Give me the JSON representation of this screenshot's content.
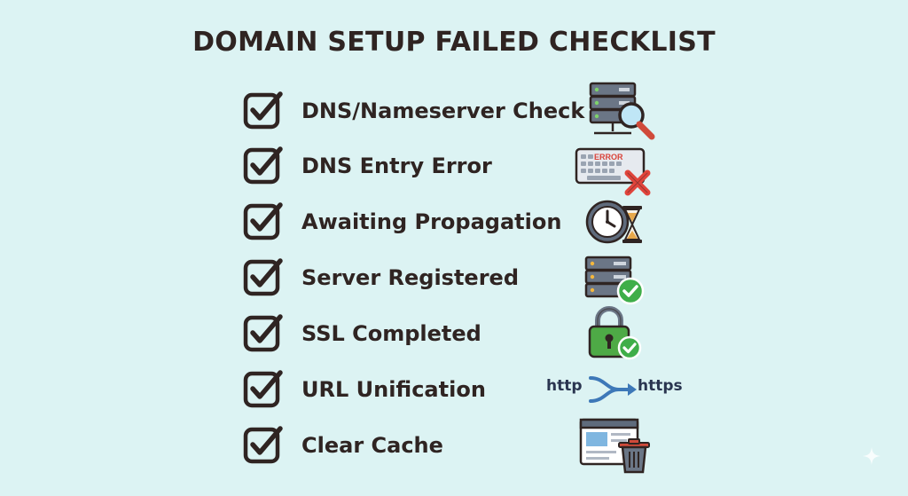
{
  "title": "DOMAIN SETUP FAILED CHECKLIST",
  "items": [
    {
      "label": "DNS/Nameserver Check",
      "checked": true,
      "icon": "server-search-icon"
    },
    {
      "label": "DNS Entry Error",
      "checked": true,
      "icon": "keyboard-error-icon"
    },
    {
      "label": "Awaiting Propagation",
      "checked": true,
      "icon": "clock-hourglass-icon"
    },
    {
      "label": "Server Registered",
      "checked": true,
      "icon": "server-check-icon"
    },
    {
      "label": "SSL Completed",
      "checked": true,
      "icon": "padlock-check-icon"
    },
    {
      "label": "URL Unification",
      "checked": true,
      "icon": "http-to-https-icon"
    },
    {
      "label": "Clear Cache",
      "checked": true,
      "icon": "browser-trash-icon"
    }
  ],
  "icon_text": {
    "error": "ERROR",
    "http": "http",
    "https": "https"
  },
  "colors": {
    "background": "#dcf3f3",
    "text": "#2f2422",
    "check_green": "#3fae49",
    "error_red": "#e0443b"
  }
}
